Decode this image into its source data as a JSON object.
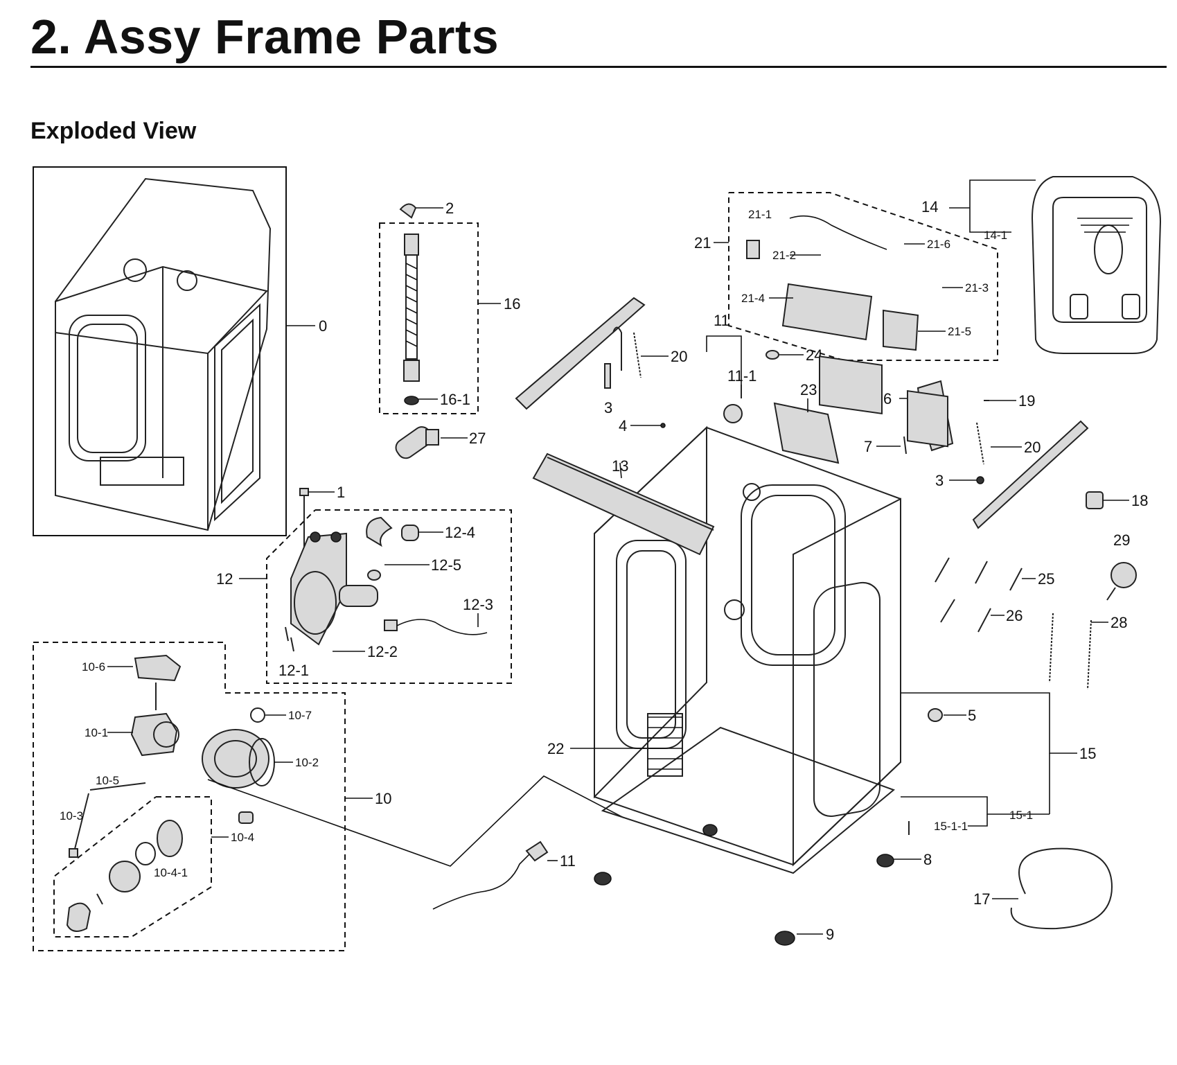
{
  "header": {
    "title": "2.  Assy Frame Parts",
    "subtitle": "Exploded View"
  },
  "callouts": {
    "c0": "0",
    "c1": "1",
    "c2": "2",
    "c3a": "3",
    "c3b": "3",
    "c4": "4",
    "c5": "5",
    "c6": "6",
    "c7": "7",
    "c8": "8",
    "c9": "9",
    "c10": "10",
    "c10_1": "10-1",
    "c10_2": "10-2",
    "c10_3": "10-3",
    "c10_4": "10-4",
    "c10_4_1": "10-4-1",
    "c10_5": "10-5",
    "c10_6": "10-6",
    "c10_7": "10-7",
    "c11a": "11",
    "c11_1": "11-1",
    "c11b": "11",
    "c12": "12",
    "c12_1": "12-1",
    "c12_2": "12-2",
    "c12_3": "12-3",
    "c12_4": "12-4",
    "c12_5": "12-5",
    "c13": "13",
    "c14": "14",
    "c14_1": "14-1",
    "c15": "15",
    "c15_1": "15-1",
    "c15_1_1": "15-1-1",
    "c16": "16",
    "c16_1": "16-1",
    "c17": "17",
    "c18": "18",
    "c19": "19",
    "c20a": "20",
    "c20b": "20",
    "c21": "21",
    "c21_1": "21-1",
    "c21_2": "21-2",
    "c21_3": "21-3",
    "c21_4": "21-4",
    "c21_5": "21-5",
    "c21_6": "21-6",
    "c22": "22",
    "c23": "23",
    "c24": "24",
    "c25": "25",
    "c26": "26",
    "c27": "27",
    "c28": "28",
    "c29": "29"
  }
}
